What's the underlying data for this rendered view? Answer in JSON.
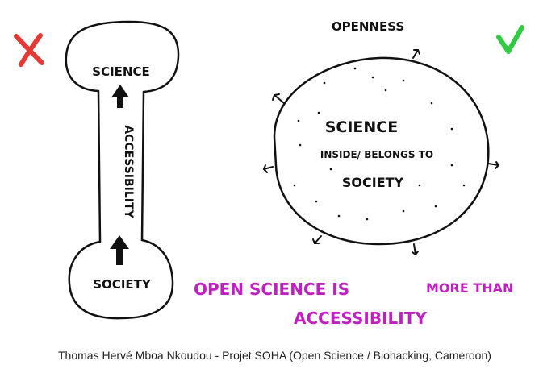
{
  "left_panel": {
    "verdict_icon": "red-cross-icon",
    "verdict_color": "#e53935",
    "top_node": "SCIENCE",
    "bottom_node": "SOCIETY",
    "connector_label": "ACCESSIBILITY"
  },
  "right_panel": {
    "verdict_icon": "green-check-icon",
    "verdict_color": "#2ecc40",
    "label": "OPENNESS",
    "circle_text": {
      "line1": "SCIENCE",
      "line2": "INSIDE/ BELONGS TO",
      "line3": "SOCIETY"
    }
  },
  "tagline": {
    "line1a": "OPEN SCIENCE IS",
    "line1b": "MORE THAN",
    "line2": "ACCESSIBILITY",
    "color": "#c21fc2"
  },
  "credit": "Thomas Hervé Mboa Nkoudou - Projet SOHA (Open Science / Biohacking, Cameroon)"
}
